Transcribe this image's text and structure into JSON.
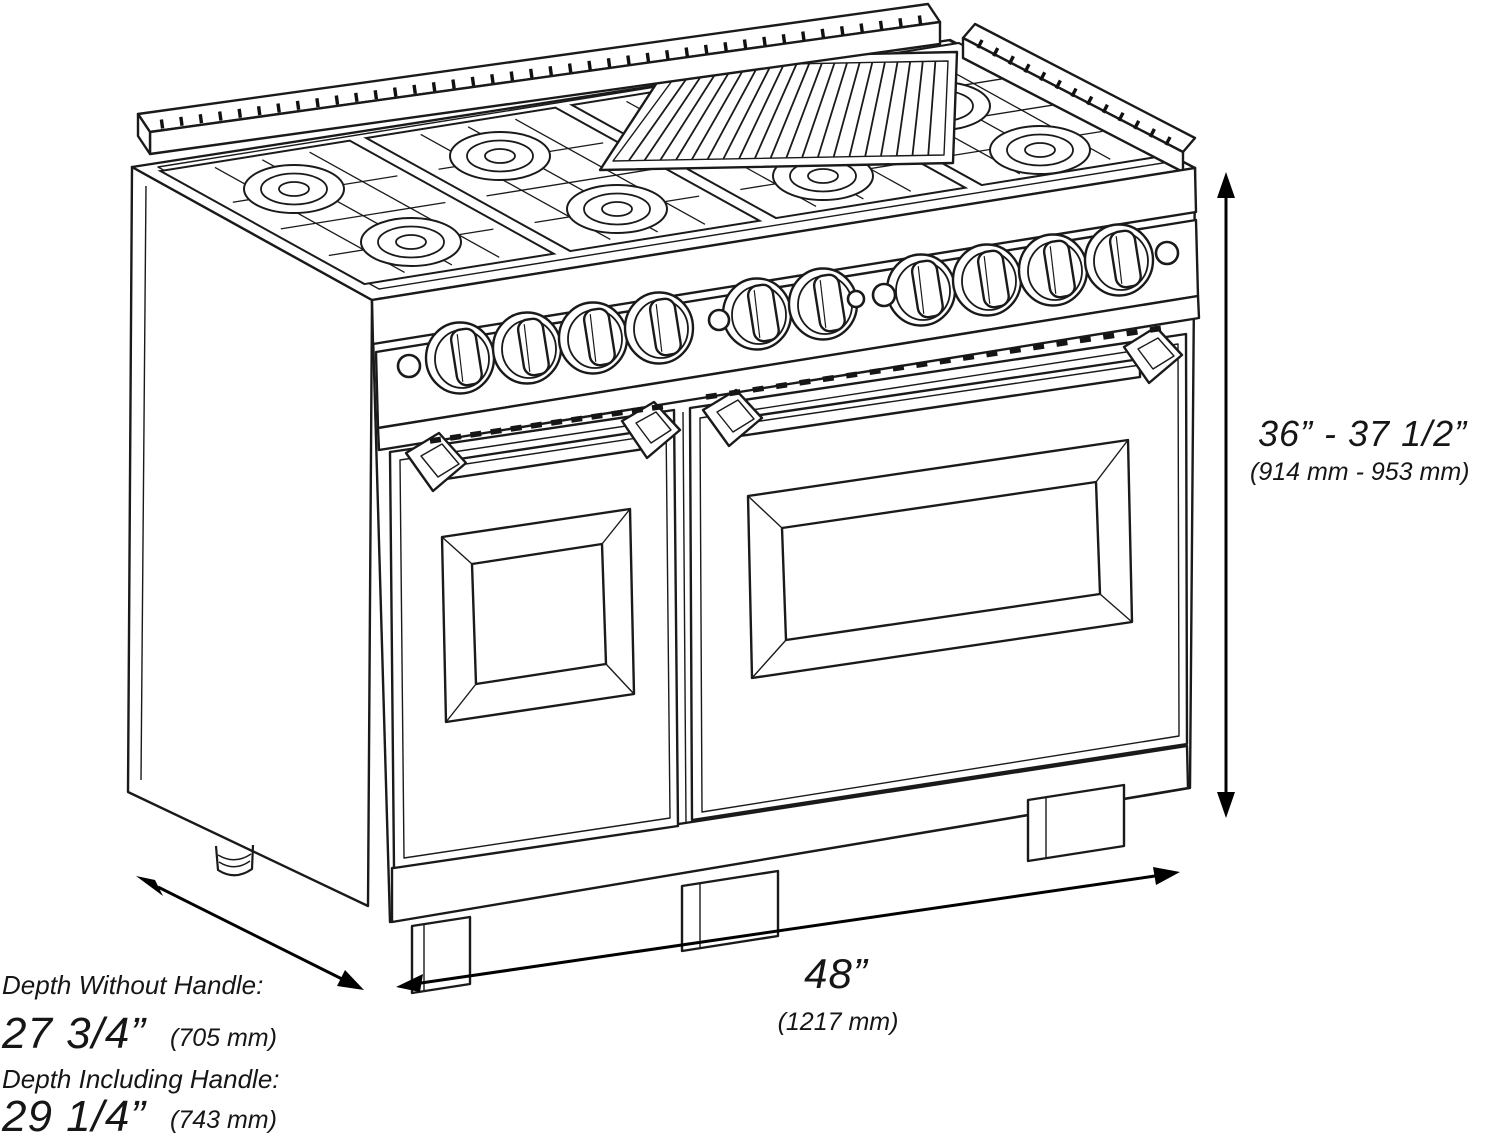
{
  "labels": {
    "height_imperial": "36” - 37 1/2”",
    "height_metric": "(914 mm - 953 mm)",
    "width_imperial": "48”",
    "width_metric": "(1217 mm)",
    "depth_without_handle_label": "Depth Without Handle:",
    "depth_without_handle_imperial": "27 3/4”",
    "depth_without_handle_metric": "(705 mm)",
    "depth_including_handle_label": "Depth Including Handle:",
    "depth_including_handle_imperial": "29 1/4”",
    "depth_including_handle_metric": "(743 mm)"
  },
  "appliance": {
    "description": "isometric line drawing of a 48-inch double oven gas range",
    "control_knobs": 10,
    "indicator_lights": 5,
    "visible_burners": 7,
    "grill_plate": 1,
    "oven_doors": 2,
    "front_feet": 3
  },
  "colors": {
    "line": "#1a1a1a",
    "annotation": "#000000",
    "background": "#ffffff"
  }
}
